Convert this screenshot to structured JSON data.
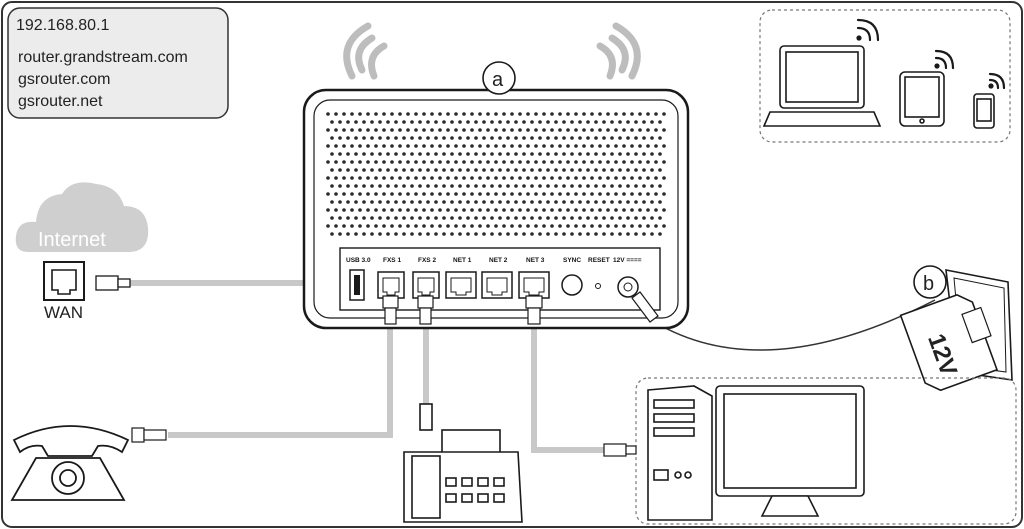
{
  "addresses": {
    "ip": "192.168.80.1",
    "domains": [
      "router.grandstream.com",
      "gsrouter.com",
      "gsrouter.net"
    ]
  },
  "callouts": {
    "router": "a",
    "power": "b"
  },
  "internet": {
    "cloud_label": "Internet",
    "wan_label": "WAN"
  },
  "ports": [
    "USB 3.0",
    "FXS 1",
    "FXS 2",
    "NET 1",
    "NET 2",
    "NET 3",
    "SYNC",
    "RESET",
    "12V ===="
  ],
  "adapter": {
    "voltage": "12V"
  },
  "colors": {
    "cable": "#c8c8c8",
    "outline": "#1a1a1a",
    "panel": "#ececec"
  }
}
